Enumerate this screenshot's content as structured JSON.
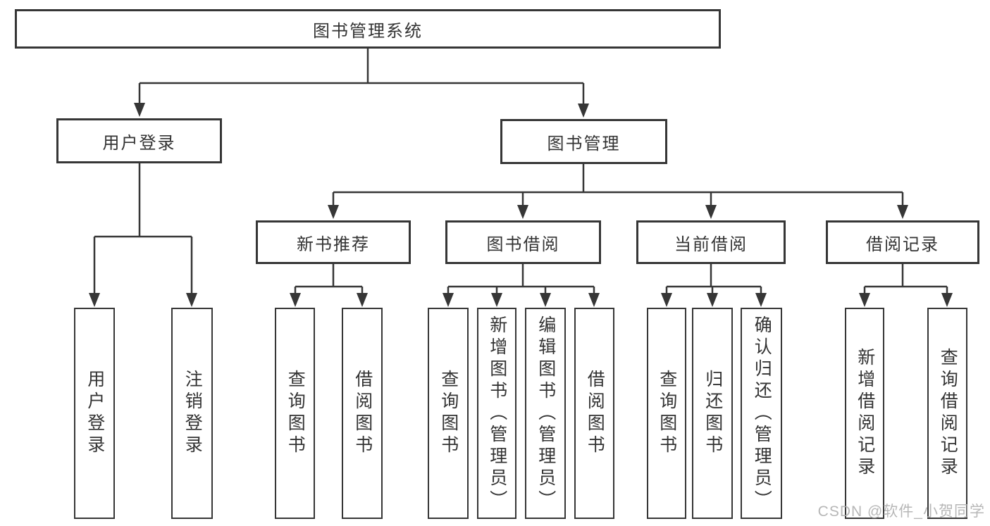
{
  "diagram": {
    "root": "图书管理系统",
    "level2": [
      "用户登录",
      "图书管理"
    ],
    "level3": [
      "新书推荐",
      "图书借阅",
      "当前借阅",
      "借阅记录"
    ],
    "leaves": {
      "user": [
        "用户登录",
        "注销登录"
      ],
      "recommend": [
        "查询图书",
        "借阅图书"
      ],
      "borrow": [
        "查询图书",
        "新增图书（管理员）",
        "编辑图书（管理员）",
        "借阅图书"
      ],
      "current": [
        "查询图书",
        "归还图书",
        "确认归还（管理员）"
      ],
      "records": [
        "新增借阅记录",
        "查询借阅记录"
      ]
    }
  },
  "watermark": "CSDN @软件_小贺同学",
  "colors": {
    "line": "#363636",
    "box_border": "#363636",
    "text": "#333333",
    "watermark": "#afafaf",
    "background": "#ffffff"
  }
}
